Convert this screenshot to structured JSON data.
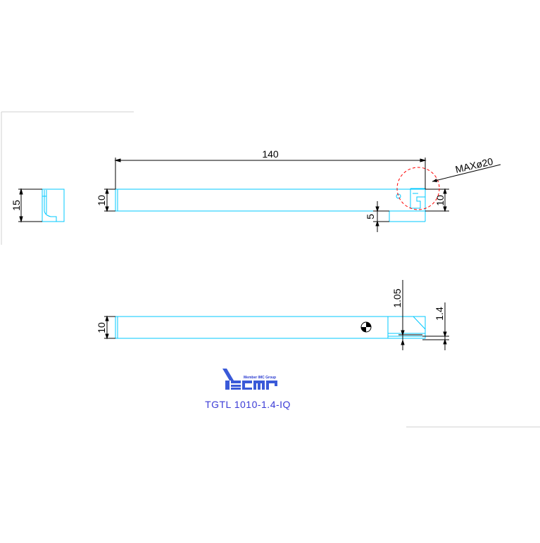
{
  "drawing": {
    "dimensions": {
      "side_height": "15",
      "top_length": "140",
      "top_height_left": "10",
      "top_height_right": "10",
      "step_offset": "5",
      "bottom_height": "10",
      "blade_width": "1.05",
      "cut_width": "1.4"
    },
    "annotation": "MAXø20",
    "logo": {
      "brand": "iscar",
      "tag": "Member IMC Group"
    },
    "part_number": "TGTL 1010-1.4-IQ"
  },
  "colors": {
    "outline": "#00c8ff",
    "dimension": "#000000",
    "frame": "#d0d0d0",
    "circle": "#ff0000",
    "title": "#3b3bd6",
    "logo": "#3a5ad8"
  }
}
